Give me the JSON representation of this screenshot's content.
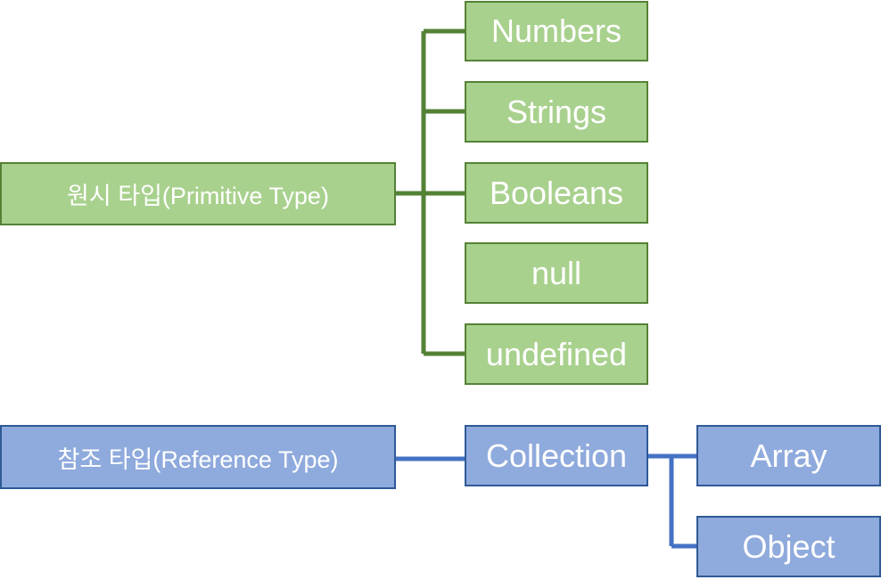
{
  "primitive": {
    "root_label": "원시 타입(Primitive Type)",
    "children": [
      "Numbers",
      "Strings",
      "Booleans",
      "null",
      "undefined"
    ]
  },
  "reference": {
    "root_label": "참조 타입(Reference Type)",
    "collection_label": "Collection",
    "children": [
      "Array",
      "Object"
    ]
  },
  "colors": {
    "primitive_fill": "#a9d18e",
    "primitive_border": "#548235",
    "primitive_line": "#548235",
    "reference_fill": "#8faadc",
    "reference_border": "#2e5a96",
    "reference_line": "#4472c4",
    "text": "#ffffff"
  }
}
